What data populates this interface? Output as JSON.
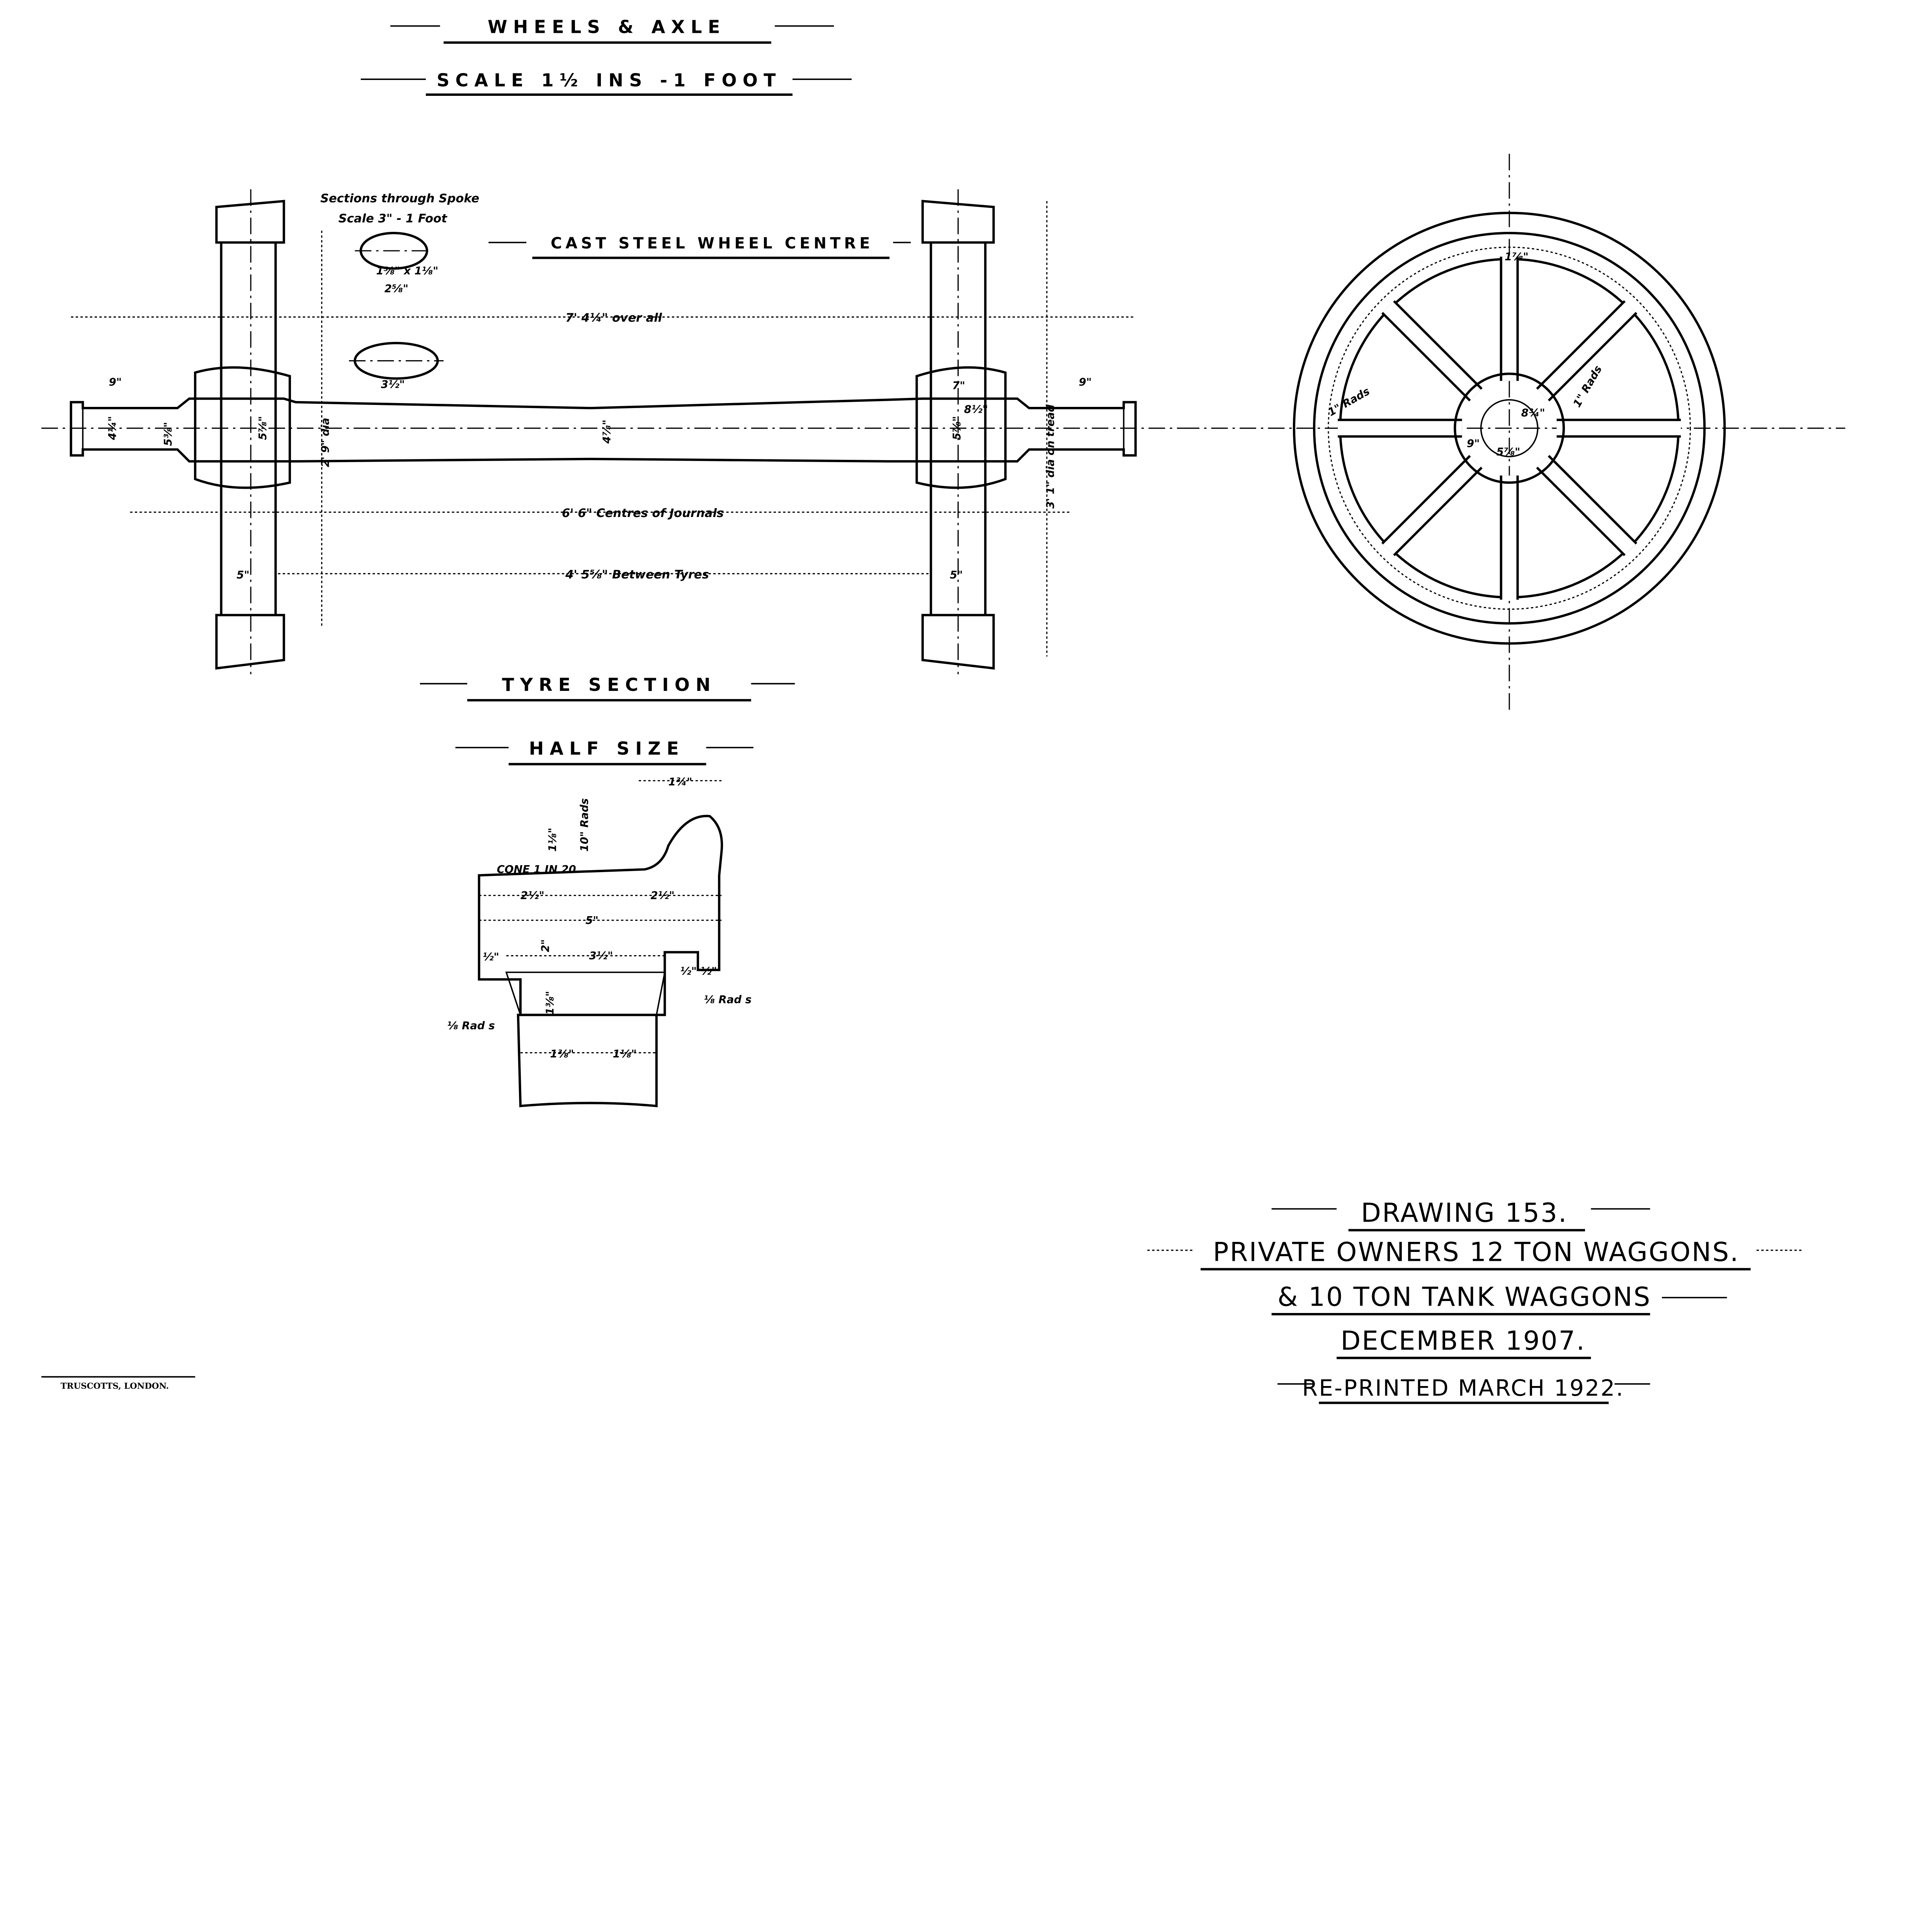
{
  "headings": {
    "wheels_axle": "WHEELS & AXLE",
    "scale": "SCALE 1½ INS -1 FOOT",
    "cast_steel": "CAST STEEL WHEEL CENTRE",
    "spoke_sections": "Sections through Spoke",
    "spoke_scale": "Scale 3\" - 1 Foot",
    "tyre_section": "TYRE SECTION",
    "half_size": "HALF SIZE"
  },
  "dimensions": {
    "over_all": "7' 4¼\"  over all",
    "journals": "6' 6\"  Centres of Journals",
    "between_tyres": "4' 5⅝\"  Between Tyres",
    "tread_dia": "3' 1\" dia on tread",
    "wheel_dia": "2' 9\" dia",
    "journal_len_l": "9\"",
    "journal_len_r": "9\"",
    "spoke_w": "1⅝\" x 1⅛\"",
    "spoke_w2": "2⅝\"",
    "spoke_b": "3½\"",
    "axle_mid": "4⅞\"",
    "hub_l": "5⅞\"",
    "hub_r": "5⅞\"",
    "journal_dia": "4¼\"",
    "collar": "5⅜\"",
    "web_l": "5\"",
    "web_r": "5\"",
    "wheel_seat": "8½\"",
    "boss_r": "7\"",
    "rads_l": "1\" Rads",
    "rads_r": "1\" Rads",
    "hub_bore": "5⅞\"",
    "hub_dia": "8¾\"",
    "hub_9": "9\"",
    "spoke_thk": "1⅞\""
  },
  "tyre_dimensions": {
    "cone": "CONE 1 IN 20",
    "flange": "1¾\"",
    "rads10": "10\" Rads",
    "d1": "2½\"",
    "d2": "2½\"",
    "d3": "5\"",
    "d4": "3½\"",
    "d5": "2\"",
    "d6": "1⅜\"",
    "d7": "1⅛\"",
    "d8": "1⅜\"",
    "d9": "1⅛\"",
    "d10": "½\"",
    "d11": "½\" ½\"",
    "rads_l": "⅛ Rad s",
    "rads_r": "⅛ Rad s"
  },
  "title_block": {
    "drawing": "DRAWING 153.",
    "line1": "PRIVATE OWNERS 12 TON WAGGONS.",
    "line2": "& 10 TON TANK WAGGONS",
    "date": "DECEMBER 1907.",
    "reprint": "RE-PRINTED MARCH 1922."
  },
  "printer": "TRUSCOTTS, LONDON.",
  "colors": {
    "ink": "#000000",
    "paper": "#ffffff"
  },
  "wheel": {
    "spokes": 8
  }
}
